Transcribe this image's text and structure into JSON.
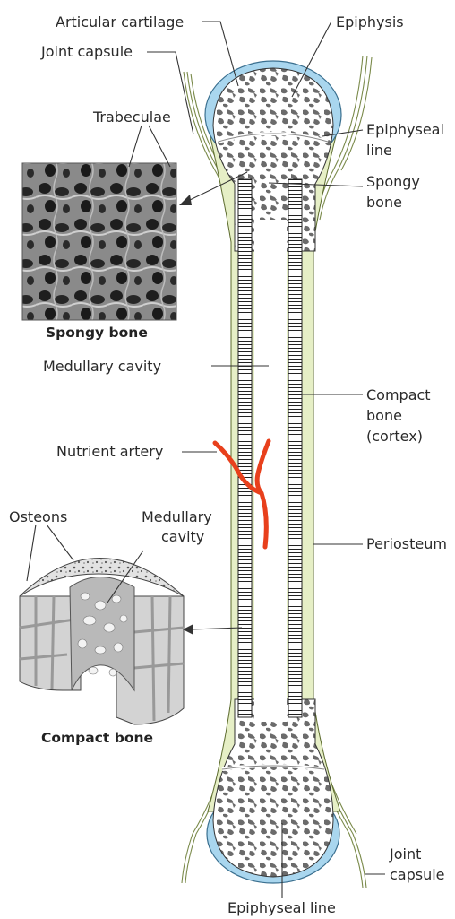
{
  "labels": {
    "articular_cartilage": "Articular cartilage",
    "joint_capsule_top": "Joint capsule",
    "trabeculae": "Trabeculae",
    "spongy_bone_caption": "Spongy bone",
    "medullary_cavity": "Medullary cavity",
    "nutrient_artery": "Nutrient artery",
    "osteons": "Osteons",
    "medullary_cavity_inset_1": "Medullary",
    "medullary_cavity_inset_2": "cavity",
    "compact_bone_caption": "Compact bone",
    "epiphysis": "Epiphysis",
    "epiphyseal_line_1": "Epiphyseal",
    "epiphyseal_line_2": "line",
    "spongy_bone_1": "Spongy",
    "spongy_bone_2": "bone",
    "compact_bone_1": "Compact",
    "compact_bone_2": "bone",
    "compact_bone_3": "(cortex)",
    "periosteum": "Periosteum",
    "joint_capsule_bottom_1": "Joint",
    "joint_capsule_bottom_2": "capsule",
    "epiphyseal_line_bottom": "Epiphyseal line"
  },
  "colors": {
    "cartilage": "#a9d6ee",
    "periosteum": "#e6efc6",
    "spongy_dark": "#6b6b6b",
    "compact_cortex": "#f5f5f5",
    "artery": "#e8401c",
    "joint_capsule": "#c9d89a"
  }
}
